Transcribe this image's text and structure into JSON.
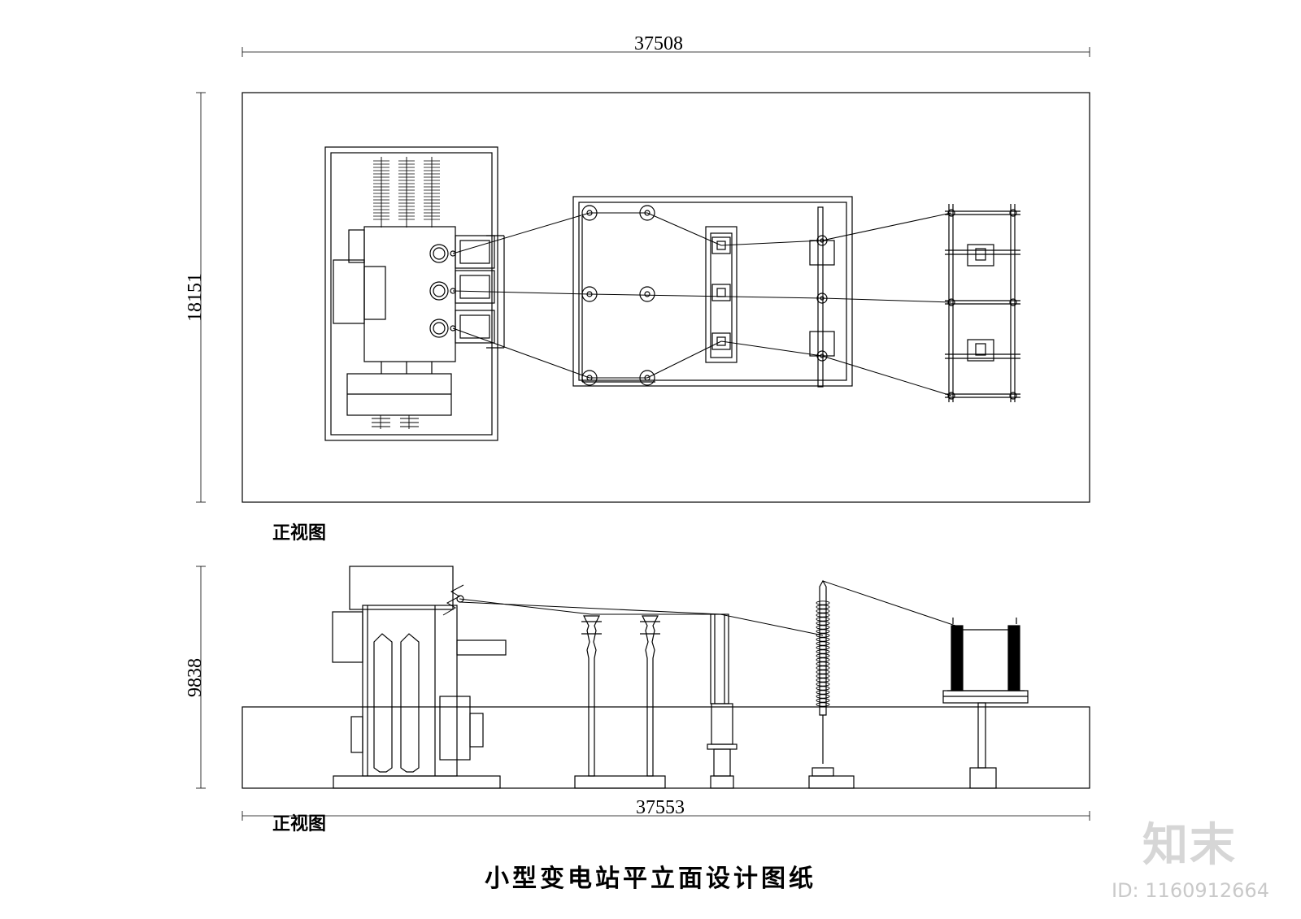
{
  "plan_view": {
    "width_dimension": "37508",
    "height_dimension": "18151",
    "label": "正视图"
  },
  "elevation_view": {
    "width_dimension": "37553",
    "height_dimension": "9838",
    "label": "正视图"
  },
  "title": "小型变电站平立面设计图纸",
  "watermark": {
    "logo_text": "知末",
    "id_text": "ID: 1160912664"
  }
}
